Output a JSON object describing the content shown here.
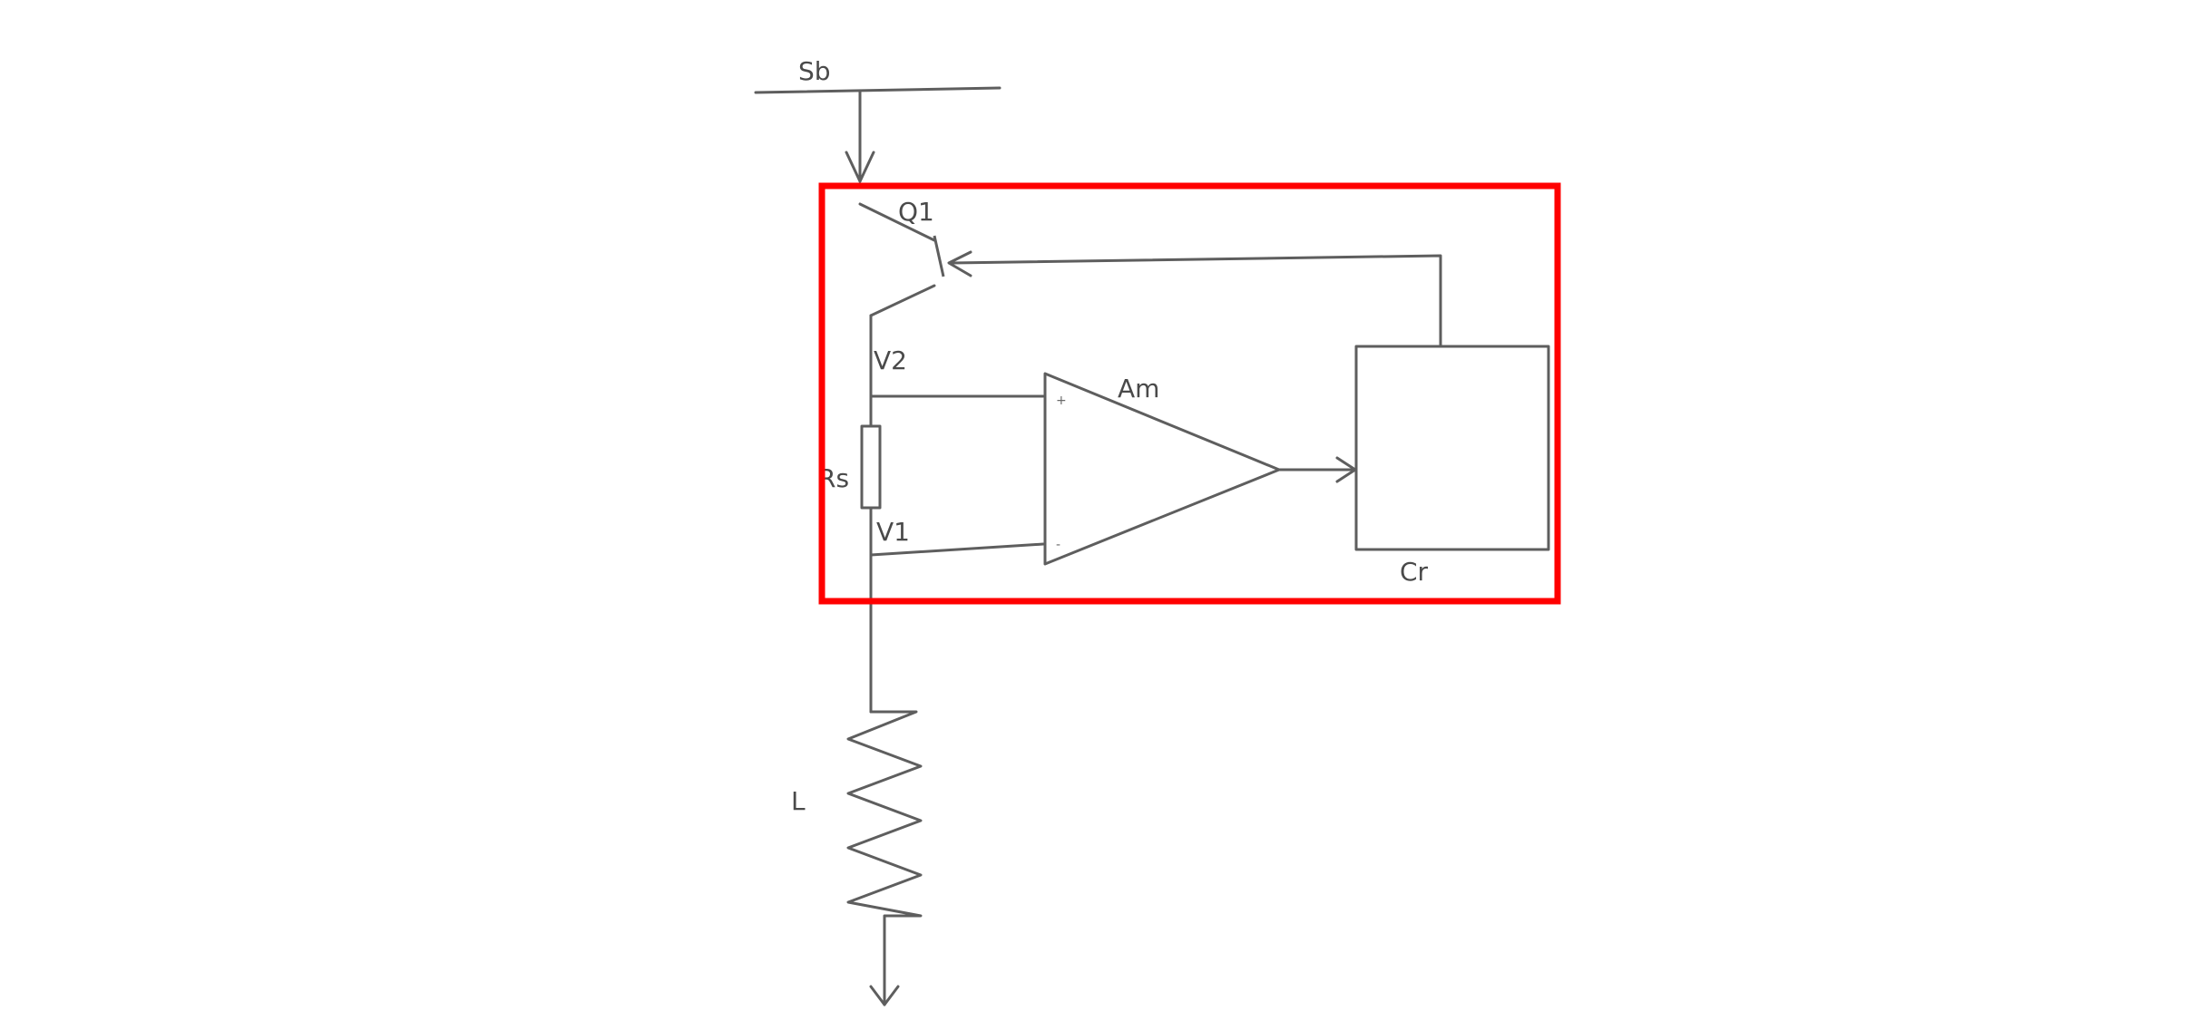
{
  "diagram": {
    "labels": {
      "supply": "Sb",
      "transistor": "Q1",
      "node_top": "V2",
      "sense_resistor": "Rs",
      "node_bottom": "V1",
      "amplifier": "Am",
      "controller": "Cr",
      "load": "L"
    },
    "amp_pins": {
      "plus": "+",
      "minus": "-"
    },
    "colors": {
      "wire": "#5e5e5e",
      "text": "#4a4a4a",
      "highlight": "#ff0000",
      "background": "#ffffff"
    }
  }
}
